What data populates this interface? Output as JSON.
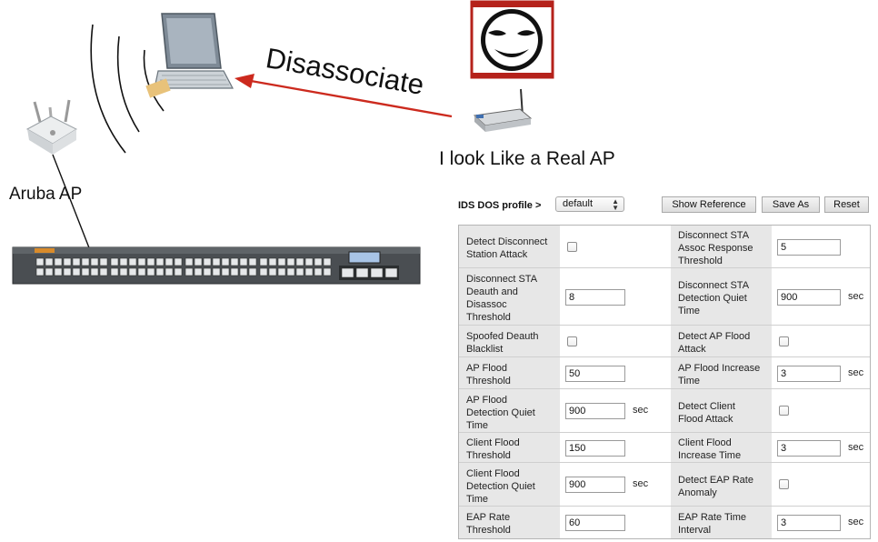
{
  "diagram": {
    "arrow_label": "Disassociate",
    "rogue_ap_label": "I look Like a Real AP",
    "aruba_ap_label": "Aruba AP",
    "arrow_color": "#cc2a1e"
  },
  "toolbar": {
    "profile_label": "IDS DOS profile >",
    "profile_value": "default",
    "show_reference": "Show Reference",
    "save_as": "Save As",
    "reset": "Reset"
  },
  "rows": [
    {
      "left": {
        "label": "Detect Disconnect\nStation Attack",
        "type": "checkbox"
      },
      "right": {
        "label": "Disconnect STA\nAssoc Response\nThreshold",
        "type": "text",
        "value": "5"
      }
    },
    {
      "left": {
        "label": "Disconnect STA\nDeauth and\nDisassoc\nThreshold",
        "type": "text",
        "value": "8"
      },
      "right": {
        "label": "Disconnect STA\nDetection Quiet\nTime",
        "type": "text",
        "value": "900",
        "unit": "sec"
      }
    },
    {
      "left": {
        "label": "Spoofed Deauth\nBlacklist",
        "type": "checkbox"
      },
      "right": {
        "label": "Detect AP Flood\nAttack",
        "type": "checkbox"
      }
    },
    {
      "left": {
        "label": "AP Flood\nThreshold",
        "type": "text",
        "value": "50"
      },
      "right": {
        "label": "AP Flood Increase\nTime",
        "type": "text",
        "value": "3",
        "unit": "sec"
      }
    },
    {
      "left": {
        "label": "AP Flood\nDetection Quiet\nTime",
        "type": "text",
        "value": "900",
        "unit": "sec"
      },
      "right": {
        "label": "Detect Client\nFlood Attack",
        "type": "checkbox"
      }
    },
    {
      "left": {
        "label": "Client Flood\nThreshold",
        "type": "text",
        "value": "150"
      },
      "right": {
        "label": "Client Flood\nIncrease Time",
        "type": "text",
        "value": "3",
        "unit": "sec"
      }
    },
    {
      "left": {
        "label": "Client Flood\nDetection Quiet\nTime",
        "type": "text",
        "value": "900",
        "unit": "sec"
      },
      "right": {
        "label": "Detect EAP Rate\nAnomaly",
        "type": "checkbox"
      }
    },
    {
      "left": {
        "label": "EAP Rate\nThreshold",
        "type": "text",
        "value": "60"
      },
      "right": {
        "label": "EAP Rate Time\nInterval",
        "type": "text",
        "value": "3",
        "unit": "sec"
      }
    }
  ]
}
